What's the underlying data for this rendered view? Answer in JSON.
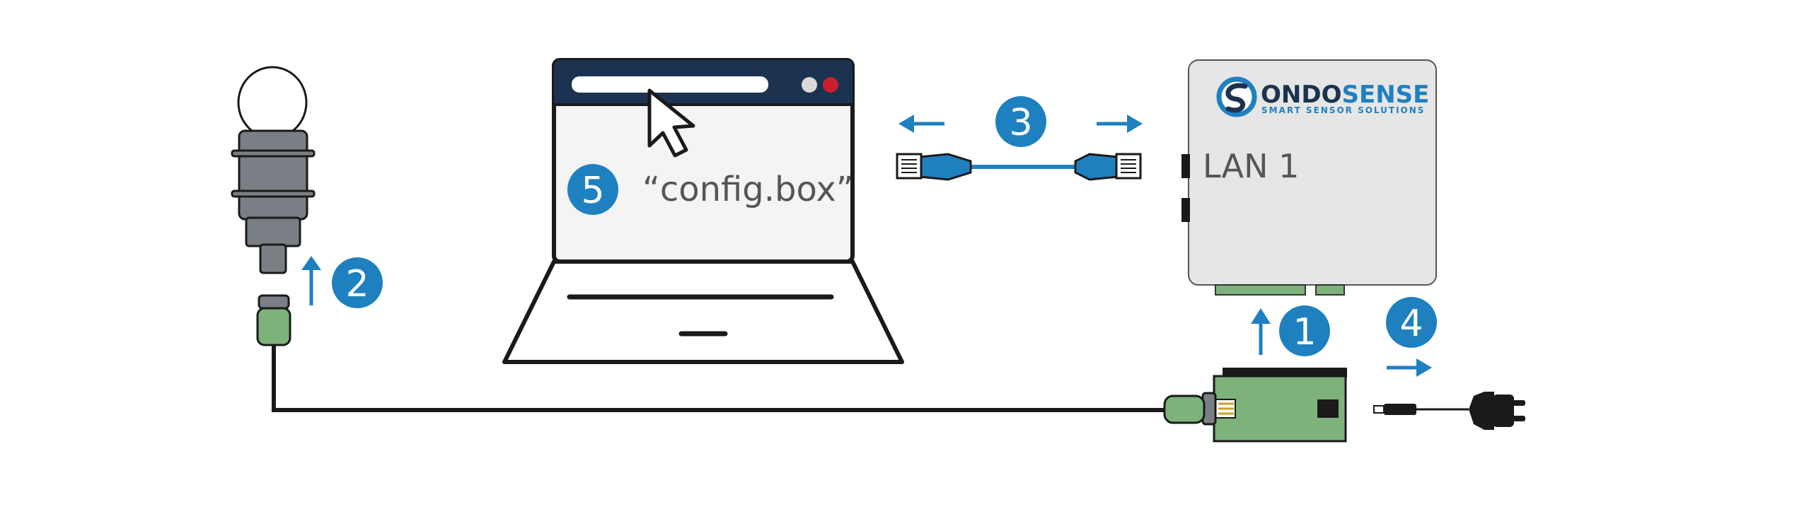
{
  "colors": {
    "accent_blue": "#1f80c0",
    "outline": "#1a1a1a",
    "board_green": "#7db37a",
    "box_gray": "#e6e6e6",
    "sensor_gray": "#7a7f85",
    "browser_bar": "#1b3350",
    "close_red": "#c8202e"
  },
  "steps": {
    "s1": "1",
    "s2": "2",
    "s3": "3",
    "s4": "4",
    "s5": "5"
  },
  "browser": {
    "url_text": "“config.box”"
  },
  "device": {
    "brand_part1": "ONDO",
    "brand_part2": "SENSE",
    "tagline": "SMART SENSOR SOLUTIONS",
    "port_label": "LAN 1"
  },
  "icons": [
    "sensor-icon",
    "laptop-icon",
    "cursor-icon",
    "ethernet-cable-icon",
    "device-box-icon",
    "circuit-board-icon",
    "power-plug-icon"
  ]
}
